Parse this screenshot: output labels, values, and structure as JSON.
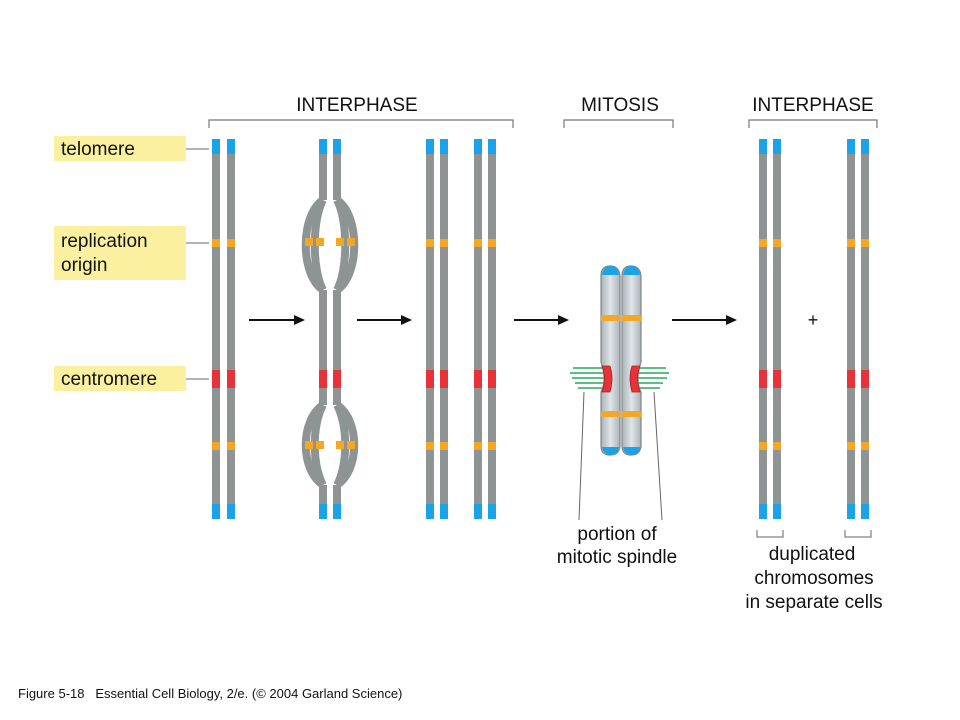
{
  "phases": {
    "interphase_left": "INTERPHASE",
    "mitosis": "MITOSIS",
    "interphase_right": "INTERPHASE"
  },
  "labels": {
    "telomere": "telomere",
    "replication_origin_line1": "replication",
    "replication_origin_line2": "origin",
    "centromere": "centromere"
  },
  "annotations": {
    "spindle_line1": "portion of",
    "spindle_line2": "mitotic spindle",
    "duplicated_line1": "duplicated",
    "duplicated_line2": "chromosomes",
    "duplicated_line3": "in separate cells",
    "plus": "+"
  },
  "caption": {
    "figure": "Figure 5-18",
    "book": "Essential Cell Biology, 2/e. (© 2004 Garland Science)"
  },
  "colors": {
    "chromatid": "#8e9494",
    "telomere": "#1aa3e8",
    "replication_origin": "#f5a623",
    "centromere": "#e8323a",
    "spindle": "#2aa85a",
    "label_bg": "#fbf0a0",
    "mitotic_chromosome": "#c8d0d4"
  }
}
